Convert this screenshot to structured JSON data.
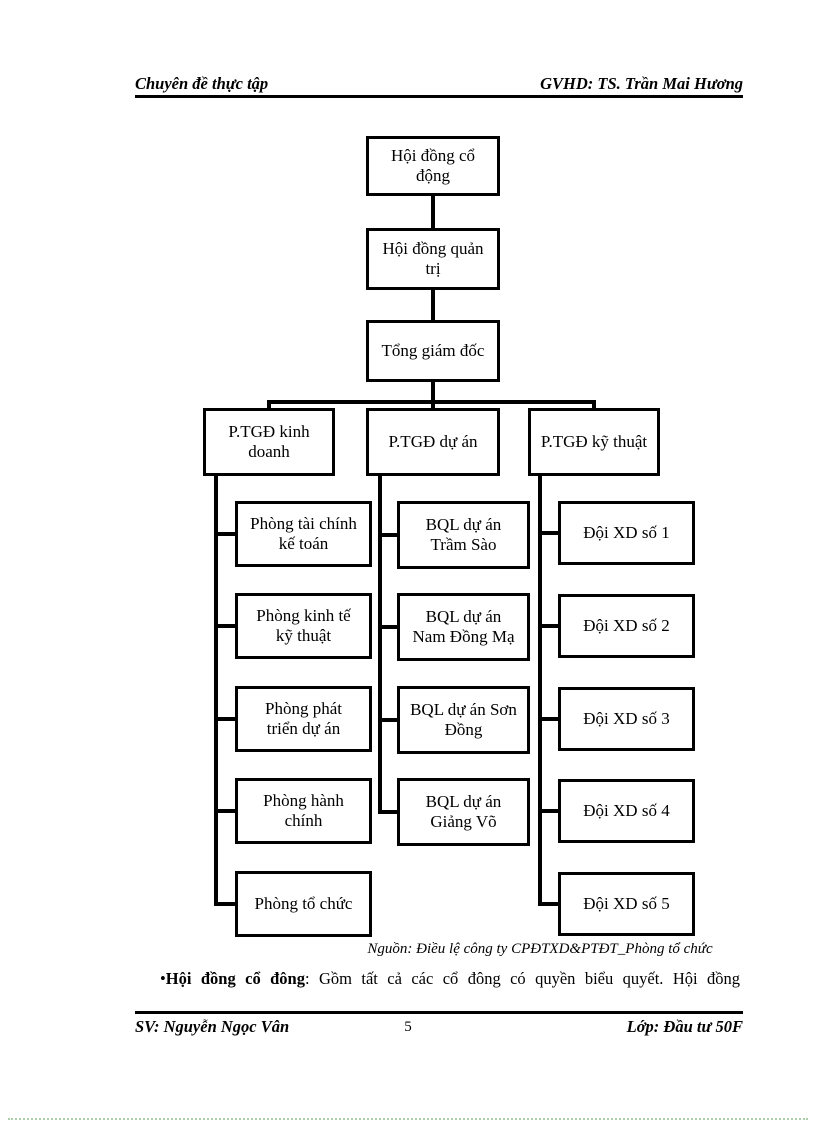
{
  "header": {
    "left": "Chuyên đề thực tập",
    "right": "GVHD: TS. Trần Mai Hương"
  },
  "org_chart": {
    "top_boxes": [
      "Hội đồng cổ\nđộng",
      "Hội đồng quản\ntrị",
      "Tổng giám đốc"
    ],
    "branch_boxes": [
      "P.TGĐ kinh\ndoanh",
      "P.TGĐ dự án",
      "P.TGĐ kỹ thuật"
    ],
    "kinh_doanh_children": [
      "Phòng tài chính\nkế toán",
      "Phòng kinh tế\nkỹ thuật",
      "Phòng phát\ntriển dự án",
      "Phòng hành\nchính",
      "Phòng tổ chức"
    ],
    "du_an_children": [
      "BQL dự án\nTrầm Sào",
      "BQL dự án\nNam Đồng Mạ",
      "BQL dự án Sơn\nĐồng",
      "BQL dự án\nGiảng Võ"
    ],
    "ky_thuat_children": [
      "Đội XD số 1",
      "Đội XD số 2",
      "Đội XD số 3",
      "Đội XD số 4",
      "Đội XD số 5"
    ],
    "source_note": "Nguồn: Điều lệ công ty CPĐTXD&PTĐT_Phòng tổ chức"
  },
  "body": {
    "bullet": "•",
    "term": "Hội đồng cổ đông",
    "text": ": Gồm tất cả các cổ đông có quyền biểu quyết. Hội đồng"
  },
  "footer": {
    "left": "SV: Nguyễn Ngọc Vân",
    "page_number": "5",
    "right": "Lớp: Đầu tư 50F"
  }
}
